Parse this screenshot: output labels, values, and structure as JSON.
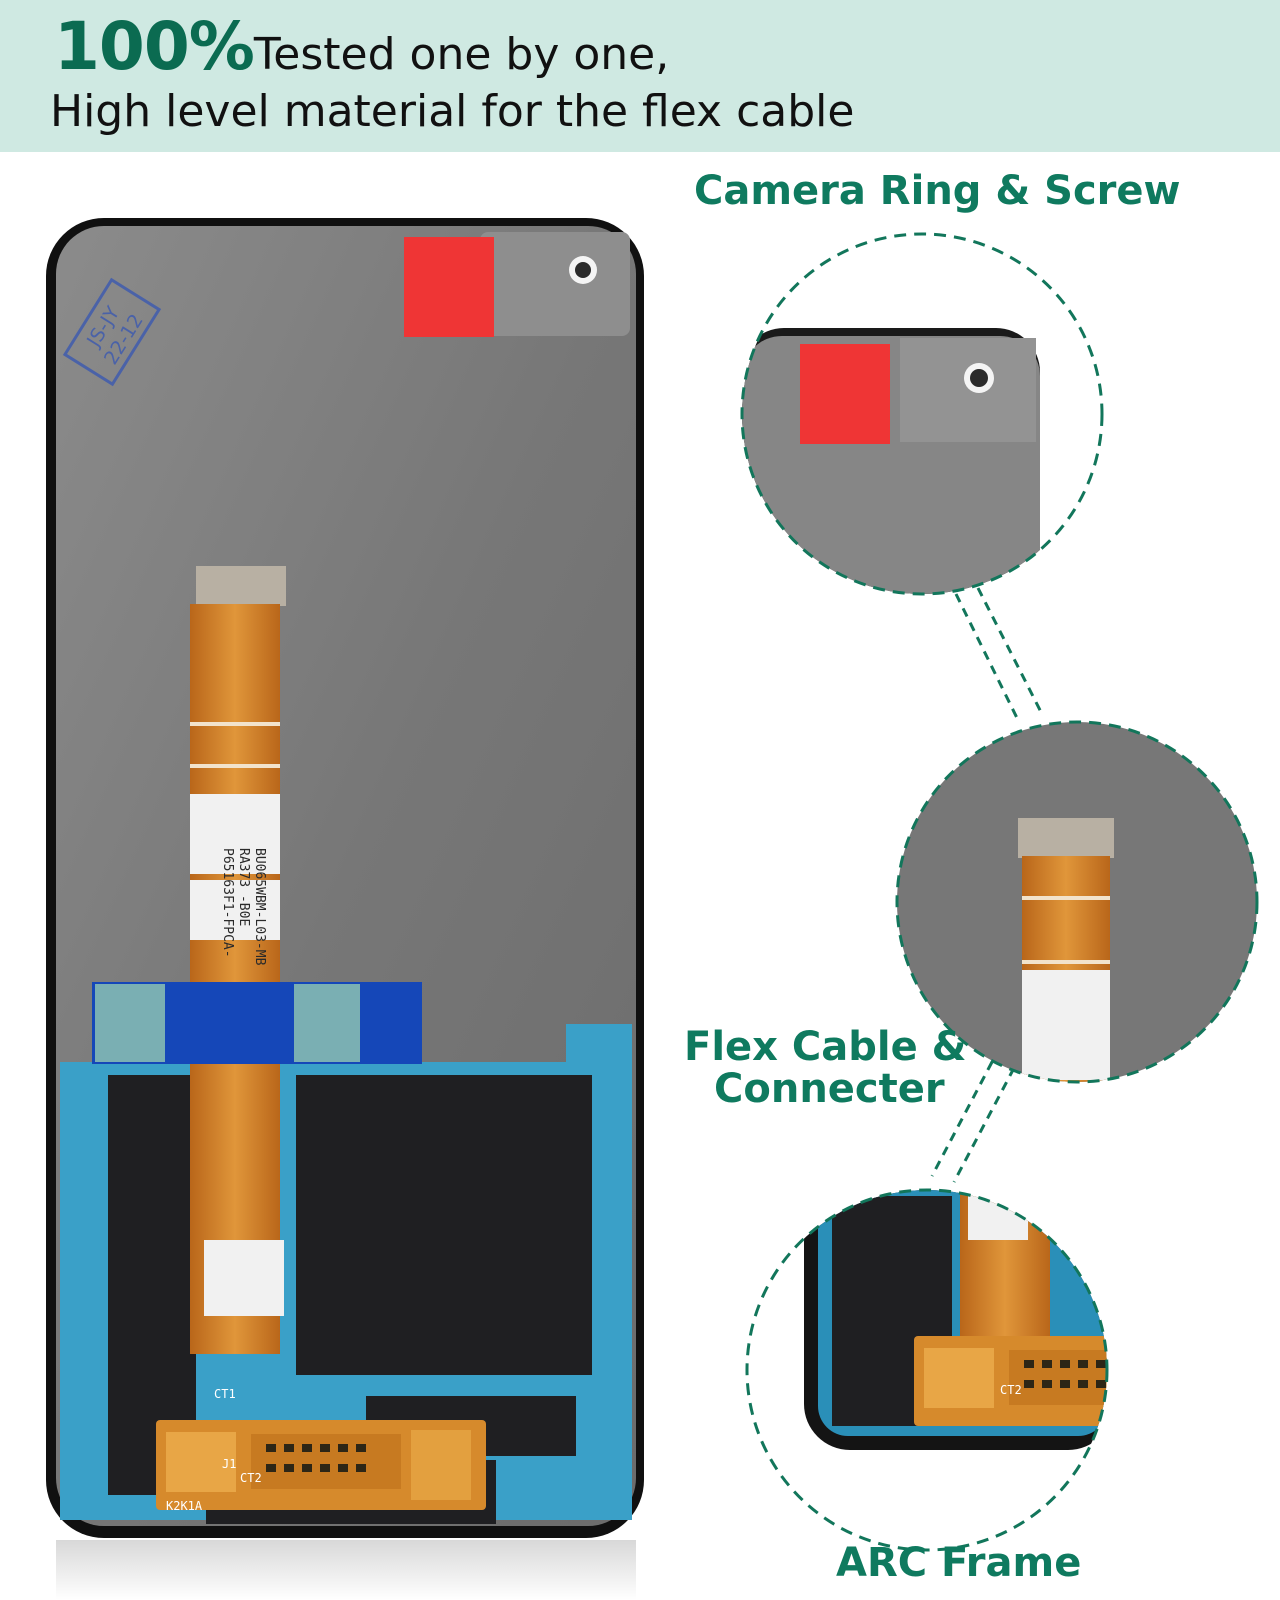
{
  "banner": {
    "accent": "100%",
    "line1": "Tested one by one,",
    "line2": "High level material for the flex cable",
    "background": "#cfe9e2",
    "accent_color": "#0b6b51"
  },
  "callouts": {
    "camera": "Camera Ring & Screw",
    "flex_line1": "Flex Cable &",
    "flex_line2": "Connecter",
    "arc": "ARC Frame",
    "label_color": "#0f7a5f"
  },
  "product": {
    "stamp_line1": "JS-JY",
    "stamp_line2": "22-12",
    "flex_print": [
      "BU065WBM-L03-MB",
      "RA373 -B0E",
      "P65163F1-FPCA-"
    ],
    "board_marks": [
      "CT2",
      "CT1",
      "J1",
      "K2K1A"
    ]
  }
}
